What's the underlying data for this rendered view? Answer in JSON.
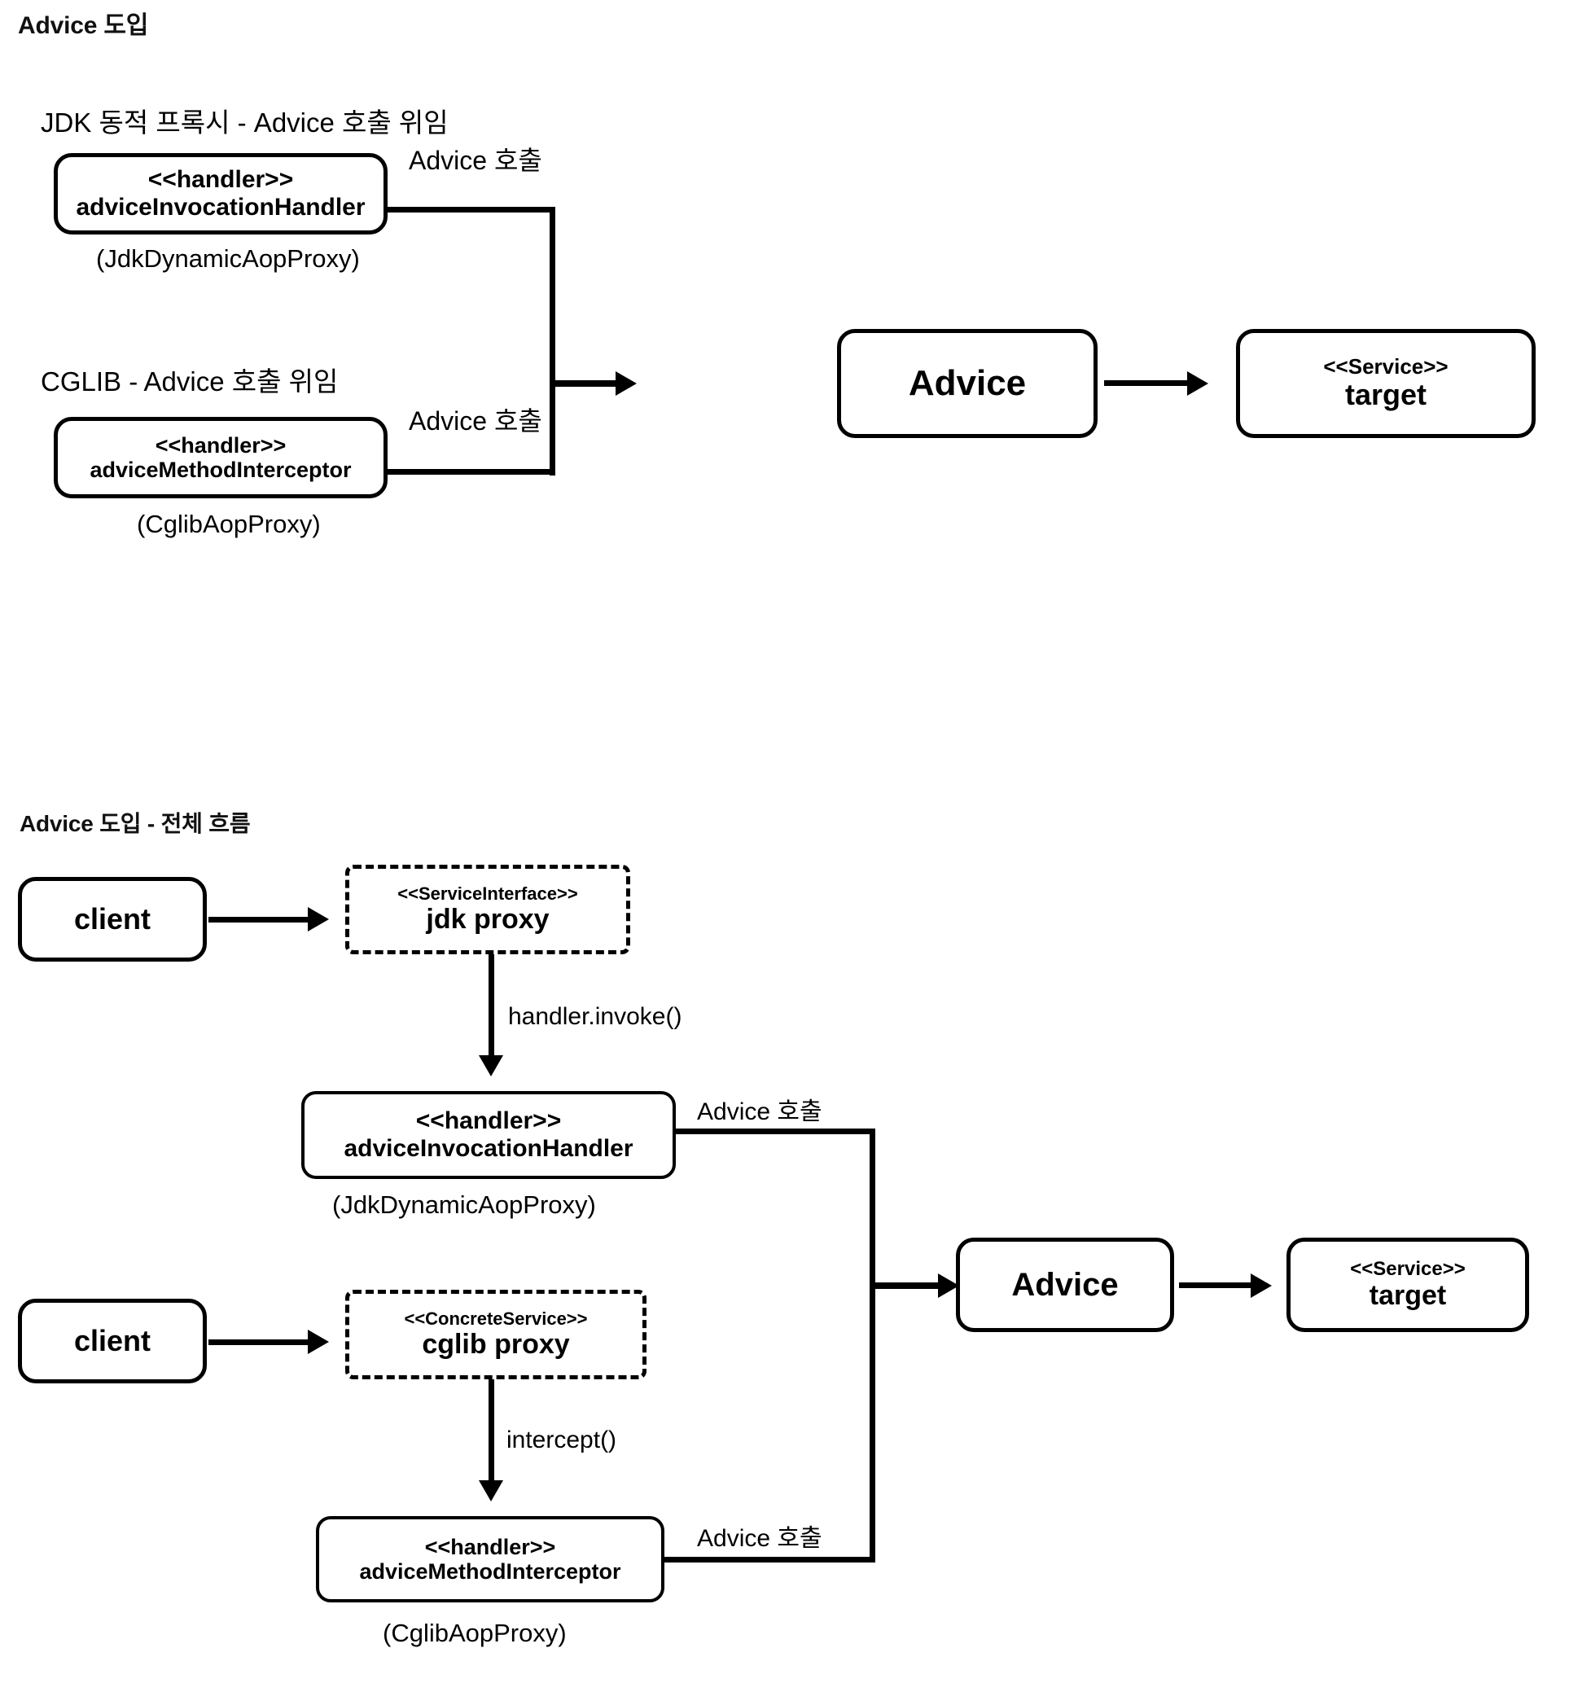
{
  "page": {
    "title": "Advice 도입"
  },
  "diagram1": {
    "jdk_heading": "JDK 동적 프록시 -  Advice 호출 위임",
    "cglib_heading": "CGLIB - Advice 호출 위임",
    "handler_jdk": {
      "stereotype": "<<handler>>",
      "name": "adviceInvocationHandler",
      "caption": "(JdkDynamicAopProxy)"
    },
    "handler_cglib": {
      "stereotype": "<<handler>>",
      "name": "adviceMethodInterceptor",
      "caption": "(CglibAopProxy)"
    },
    "advice": {
      "name": "Advice"
    },
    "target": {
      "stereotype": "<<Service>>",
      "name": "target"
    },
    "edge_top_label": "Advice 호출",
    "edge_bottom_label": "Advice 호출"
  },
  "diagram2": {
    "heading": "Advice 도입 - 전체 흐름",
    "client_top": {
      "name": "client"
    },
    "client_bottom": {
      "name": "client"
    },
    "jdk_proxy": {
      "stereotype": "<<ServiceInterface>>",
      "name": "jdk proxy"
    },
    "cglib_proxy": {
      "stereotype": "<<ConcreteService>>",
      "name": "cglib proxy"
    },
    "handler_jdk": {
      "stereotype": "<<handler>>",
      "name": "adviceInvocationHandler",
      "caption": "(JdkDynamicAopProxy)"
    },
    "handler_cglib": {
      "stereotype": "<<handler>>",
      "name": "adviceMethodInterceptor",
      "caption": "(CglibAopProxy)"
    },
    "advice": {
      "name": "Advice"
    },
    "target": {
      "stereotype": "<<Service>>",
      "name": "target"
    },
    "edge_invoke_label": "handler.invoke()",
    "edge_intercept_label": "intercept()",
    "edge_top_label": "Advice 호출",
    "edge_bottom_label": "Advice 호출"
  },
  "colors": {
    "stroke": "#000000",
    "background": "#ffffff",
    "text": "#000000"
  }
}
